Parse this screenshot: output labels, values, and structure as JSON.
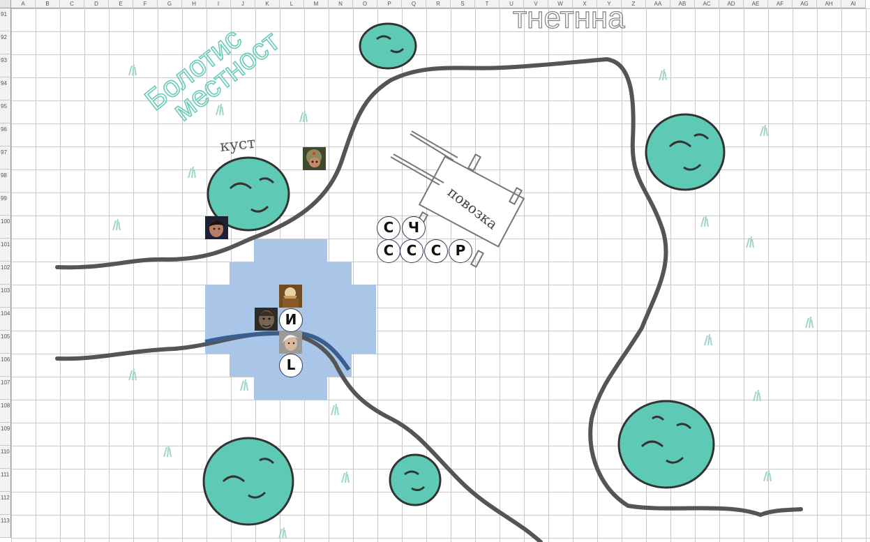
{
  "spreadsheet": {
    "columns": [
      "A",
      "B",
      "C",
      "D",
      "E",
      "F",
      "G",
      "H",
      "I",
      "J",
      "K",
      "L",
      "M",
      "N",
      "O",
      "P",
      "Q",
      "R",
      "S",
      "T",
      "U",
      "V",
      "W",
      "X",
      "Y",
      "Z",
      "AA",
      "AB",
      "AC",
      "AD",
      "AE",
      "AF",
      "AG",
      "AH",
      "AI"
    ],
    "rows": [
      "91",
      "92",
      "93",
      "94",
      "95",
      "96",
      "97",
      "98",
      "99",
      "100",
      "101",
      "102",
      "103",
      "104",
      "105",
      "106",
      "107",
      "108",
      "109",
      "110",
      "111",
      "112",
      "113"
    ]
  },
  "map_labels": {
    "swamp_line1": "Болотис",
    "swamp_line2": "местност",
    "bush": "куст",
    "cart": "повозка",
    "top_scribble": "тнетнна"
  },
  "tokens": {
    "letters": [
      {
        "id": "token-s-1",
        "label": "С"
      },
      {
        "id": "token-ch",
        "label": "Ч"
      },
      {
        "id": "token-s-2",
        "label": "С"
      },
      {
        "id": "token-s-3",
        "label": "С"
      },
      {
        "id": "token-s-4",
        "label": "С"
      },
      {
        "id": "token-r",
        "label": "Р"
      },
      {
        "id": "token-i",
        "label": "И"
      },
      {
        "id": "token-l",
        "label": "L"
      }
    ],
    "portraits": [
      "soldier-helmet-portrait",
      "dark-hair-portrait",
      "dwarf-portrait",
      "orc-portrait",
      "white-hair-elf-portrait"
    ]
  },
  "colors": {
    "highlight": "#a9c6e8",
    "tree_fill": "#5ec9b4",
    "swamp_text": "#67cbb8",
    "road": "#555555",
    "river": "#3a5f8f"
  }
}
